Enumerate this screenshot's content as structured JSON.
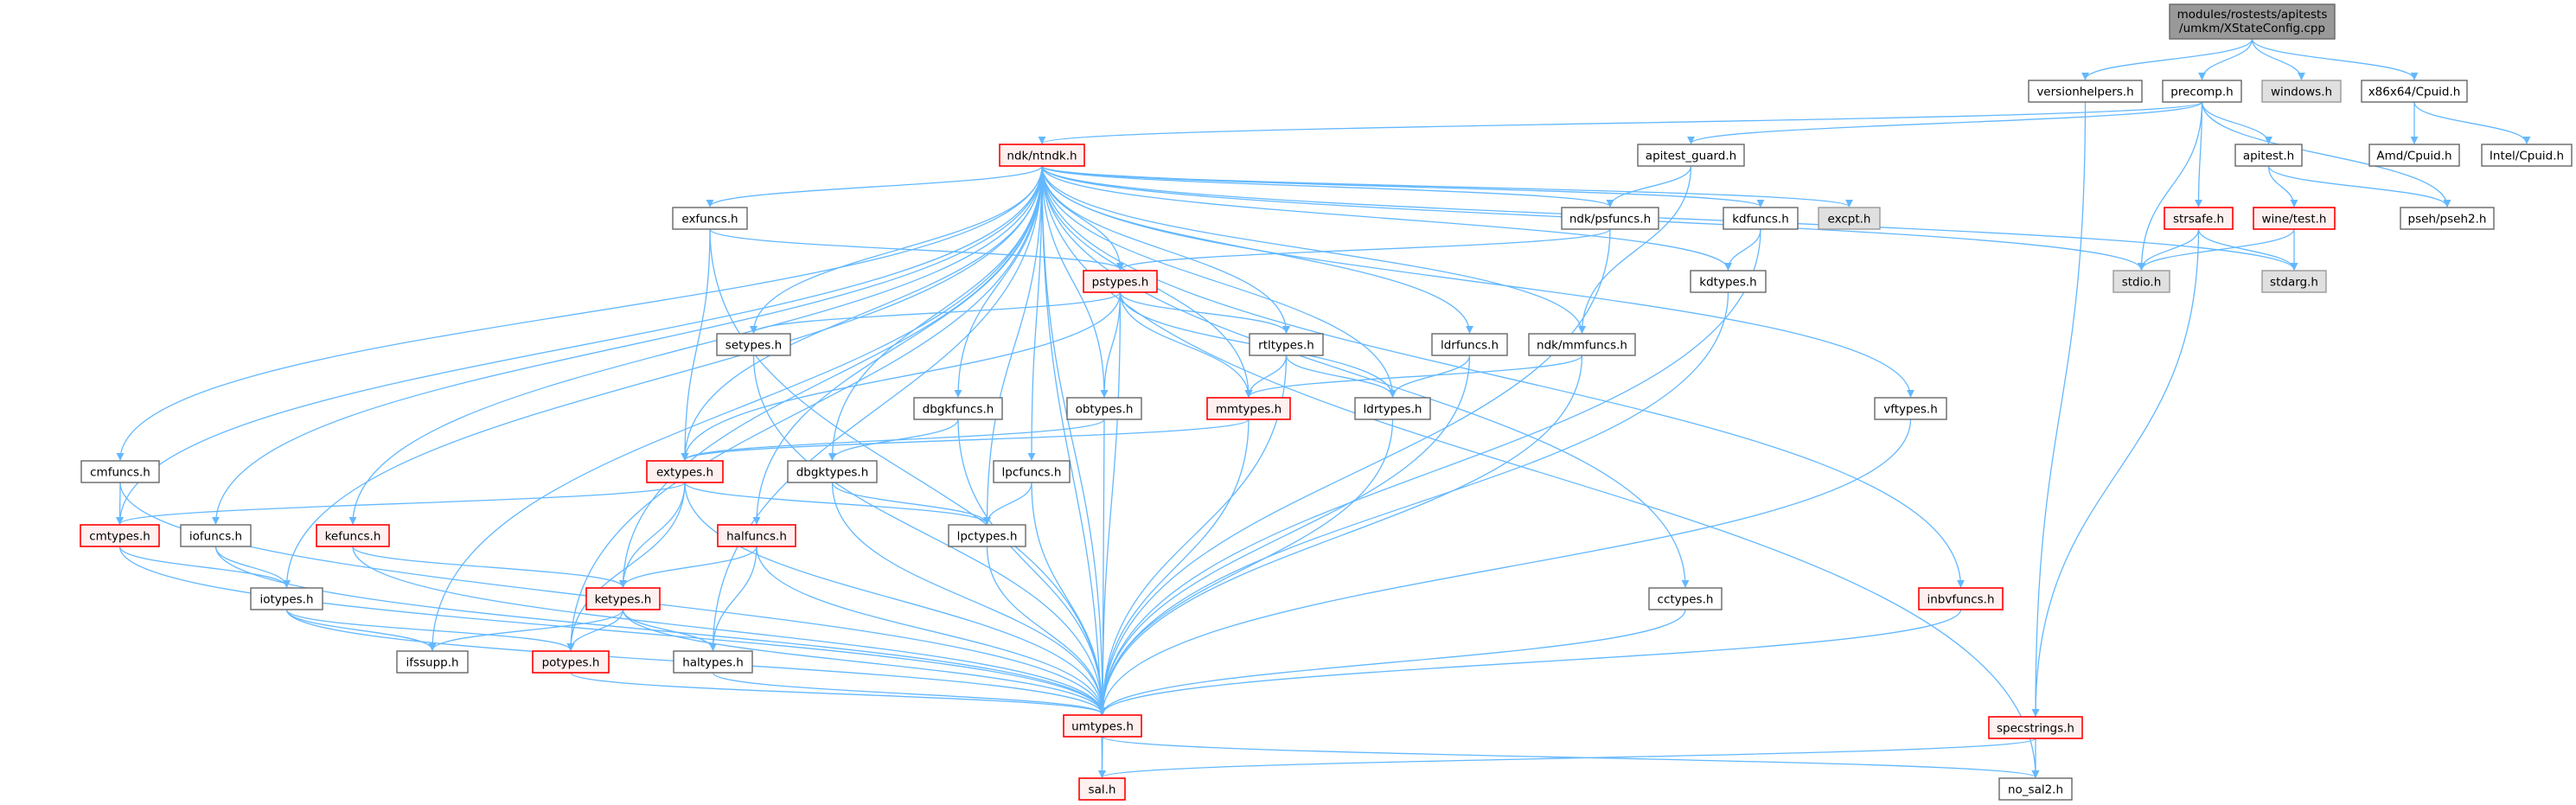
{
  "title": "Include dependency graph for XStateConfig.cpp",
  "colors": {
    "edge": "#63b8ff",
    "normal_fill": "#ffffff",
    "normal_stroke": "#666666",
    "red_fill": "#fff0f0",
    "red_stroke": "#ff0000",
    "gray_fill": "#e0e0e0",
    "gray_stroke": "#999999",
    "root_fill": "#999999",
    "root_stroke": "#666666"
  },
  "nodes": [
    {
      "id": "root",
      "label": [
        "modules/rostests/apitests",
        "/umkm/XStateConfig.cpp"
      ],
      "style": "root"
    },
    {
      "id": "versionhelpers",
      "label": "versionhelpers.h",
      "style": "normal"
    },
    {
      "id": "precomp",
      "label": "precomp.h",
      "style": "normal"
    },
    {
      "id": "windows",
      "label": "windows.h",
      "style": "gray"
    },
    {
      "id": "x86cpuid",
      "label": "x86x64/Cpuid.h",
      "style": "normal"
    },
    {
      "id": "ntndk",
      "label": "ndk/ntndk.h",
      "style": "red"
    },
    {
      "id": "apitest_guard",
      "label": "apitest_guard.h",
      "style": "normal"
    },
    {
      "id": "apitest",
      "label": "apitest.h",
      "style": "normal"
    },
    {
      "id": "amdcpuid",
      "label": "Amd/Cpuid.h",
      "style": "normal"
    },
    {
      "id": "intelcpuid",
      "label": "Intel/Cpuid.h",
      "style": "normal"
    },
    {
      "id": "exfuncs",
      "label": "exfuncs.h",
      "style": "normal"
    },
    {
      "id": "psfuncs",
      "label": "ndk/psfuncs.h",
      "style": "normal"
    },
    {
      "id": "kdfuncs",
      "label": "kdfuncs.h",
      "style": "normal"
    },
    {
      "id": "excpt",
      "label": "excpt.h",
      "style": "gray"
    },
    {
      "id": "strsafe",
      "label": "strsafe.h",
      "style": "red"
    },
    {
      "id": "winetest",
      "label": "wine/test.h",
      "style": "red"
    },
    {
      "id": "pseh2",
      "label": "pseh/pseh2.h",
      "style": "normal"
    },
    {
      "id": "pstypes",
      "label": "pstypes.h",
      "style": "red"
    },
    {
      "id": "kdtypes",
      "label": "kdtypes.h",
      "style": "normal"
    },
    {
      "id": "stdio",
      "label": "stdio.h",
      "style": "gray"
    },
    {
      "id": "stdarg",
      "label": "stdarg.h",
      "style": "gray"
    },
    {
      "id": "setypes",
      "label": "setypes.h",
      "style": "normal"
    },
    {
      "id": "rtltypes",
      "label": "rtltypes.h",
      "style": "normal"
    },
    {
      "id": "ldrfuncs",
      "label": "ldrfuncs.h",
      "style": "normal"
    },
    {
      "id": "mmfuncs",
      "label": "ndk/mmfuncs.h",
      "style": "normal"
    },
    {
      "id": "dbgkfuncs",
      "label": "dbgkfuncs.h",
      "style": "normal"
    },
    {
      "id": "obtypes",
      "label": "obtypes.h",
      "style": "normal"
    },
    {
      "id": "mmtypes",
      "label": "mmtypes.h",
      "style": "red"
    },
    {
      "id": "ldrtypes",
      "label": "ldrtypes.h",
      "style": "normal"
    },
    {
      "id": "vftypes",
      "label": "vftypes.h",
      "style": "normal"
    },
    {
      "id": "cmfuncs",
      "label": "cmfuncs.h",
      "style": "normal"
    },
    {
      "id": "extypes",
      "label": "extypes.h",
      "style": "red"
    },
    {
      "id": "dbgktypes",
      "label": "dbgktypes.h",
      "style": "normal"
    },
    {
      "id": "lpcfuncs",
      "label": "lpcfuncs.h",
      "style": "normal"
    },
    {
      "id": "cmtypes",
      "label": "cmtypes.h",
      "style": "red"
    },
    {
      "id": "iofuncs",
      "label": "iofuncs.h",
      "style": "normal"
    },
    {
      "id": "kefuncs",
      "label": "kefuncs.h",
      "style": "red"
    },
    {
      "id": "halfuncs",
      "label": "halfuncs.h",
      "style": "red"
    },
    {
      "id": "lpctypes",
      "label": "lpctypes.h",
      "style": "normal"
    },
    {
      "id": "iotypes",
      "label": "iotypes.h",
      "style": "normal"
    },
    {
      "id": "ketypes",
      "label": "ketypes.h",
      "style": "red"
    },
    {
      "id": "cctypes",
      "label": "cctypes.h",
      "style": "normal"
    },
    {
      "id": "inbvfuncs",
      "label": "inbvfuncs.h",
      "style": "red"
    },
    {
      "id": "ifssupp",
      "label": "ifssupp.h",
      "style": "normal"
    },
    {
      "id": "potypes",
      "label": "potypes.h",
      "style": "red"
    },
    {
      "id": "haltypes",
      "label": "haltypes.h",
      "style": "normal"
    },
    {
      "id": "umtypes",
      "label": "umtypes.h",
      "style": "red"
    },
    {
      "id": "specstrings",
      "label": "specstrings.h",
      "style": "red"
    },
    {
      "id": "sal",
      "label": "sal.h",
      "style": "red"
    },
    {
      "id": "nosal2",
      "label": "no_sal2.h",
      "style": "normal"
    }
  ],
  "edges": [
    [
      "root",
      "versionhelpers"
    ],
    [
      "root",
      "precomp"
    ],
    [
      "root",
      "windows"
    ],
    [
      "root",
      "x86cpuid"
    ],
    [
      "versionhelpers",
      "specstrings"
    ],
    [
      "precomp",
      "ntndk"
    ],
    [
      "precomp",
      "apitest_guard"
    ],
    [
      "precomp",
      "apitest"
    ],
    [
      "precomp",
      "strsafe"
    ],
    [
      "precomp",
      "stdio"
    ],
    [
      "precomp",
      "pseh2"
    ],
    [
      "x86cpuid",
      "amdcpuid"
    ],
    [
      "x86cpuid",
      "intelcpuid"
    ],
    [
      "apitest",
      "winetest"
    ],
    [
      "apitest",
      "pseh2"
    ],
    [
      "apitest_guard",
      "psfuncs"
    ],
    [
      "apitest_guard",
      "mmfuncs"
    ],
    [
      "strsafe",
      "stdio"
    ],
    [
      "strsafe",
      "stdarg"
    ],
    [
      "strsafe",
      "specstrings"
    ],
    [
      "winetest",
      "stdio"
    ],
    [
      "winetest",
      "stdarg"
    ],
    [
      "kdfuncs",
      "kdtypes"
    ],
    [
      "kdfuncs",
      "umtypes"
    ],
    [
      "kdtypes",
      "umtypes"
    ],
    [
      "psfuncs",
      "pstypes"
    ],
    [
      "psfuncs",
      "umtypes"
    ],
    [
      "exfuncs",
      "pstypes"
    ],
    [
      "exfuncs",
      "extypes"
    ],
    [
      "exfuncs",
      "umtypes"
    ],
    [
      "ntndk",
      "cmfuncs"
    ],
    [
      "ntndk",
      "cmtypes"
    ],
    [
      "ntndk",
      "iofuncs"
    ],
    [
      "ntndk",
      "iotypes"
    ],
    [
      "ntndk",
      "kefuncs"
    ],
    [
      "ntndk",
      "ketypes"
    ],
    [
      "ntndk",
      "potypes"
    ],
    [
      "ntndk",
      "ifssupp"
    ],
    [
      "ntndk",
      "haltypes"
    ],
    [
      "ntndk",
      "halfuncs"
    ],
    [
      "ntndk",
      "extypes"
    ],
    [
      "ntndk",
      "exfuncs"
    ],
    [
      "ntndk",
      "setypes"
    ],
    [
      "ntndk",
      "dbgkfuncs"
    ],
    [
      "ntndk",
      "dbgktypes"
    ],
    [
      "ntndk",
      "lpcfuncs"
    ],
    [
      "ntndk",
      "lpctypes"
    ],
    [
      "ntndk",
      "obtypes"
    ],
    [
      "ntndk",
      "pstypes"
    ],
    [
      "ntndk",
      "mmtypes"
    ],
    [
      "ntndk",
      "rtltypes"
    ],
    [
      "ntndk",
      "ldrtypes"
    ],
    [
      "ntndk",
      "ldrfuncs"
    ],
    [
      "ntndk",
      "mmfuncs"
    ],
    [
      "ntndk",
      "psfuncs"
    ],
    [
      "ntndk",
      "kdfuncs"
    ],
    [
      "ntndk",
      "kdtypes"
    ],
    [
      "ntndk",
      "excpt"
    ],
    [
      "ntndk",
      "stdio"
    ],
    [
      "ntndk",
      "stdarg"
    ],
    [
      "ntndk",
      "vftypes"
    ],
    [
      "ntndk",
      "inbvfuncs"
    ],
    [
      "ntndk",
      "cctypes"
    ],
    [
      "ntndk",
      "umtypes"
    ],
    [
      "ntndk",
      "sal"
    ],
    [
      "ntndk",
      "nosal2"
    ],
    [
      "pstypes",
      "setypes"
    ],
    [
      "pstypes",
      "extypes"
    ],
    [
      "pstypes",
      "obtypes"
    ],
    [
      "pstypes",
      "mmtypes"
    ],
    [
      "pstypes",
      "rtltypes"
    ],
    [
      "pstypes",
      "ldrtypes"
    ],
    [
      "pstypes",
      "umtypes"
    ],
    [
      "rtltypes",
      "mmtypes"
    ],
    [
      "rtltypes",
      "ldrtypes"
    ],
    [
      "rtltypes",
      "umtypes"
    ],
    [
      "ldrfuncs",
      "ldrtypes"
    ],
    [
      "ldrfuncs",
      "umtypes"
    ],
    [
      "mmfuncs",
      "mmtypes"
    ],
    [
      "mmfuncs",
      "umtypes"
    ],
    [
      "mmtypes",
      "extypes"
    ],
    [
      "mmtypes",
      "umtypes"
    ],
    [
      "ldrtypes",
      "umtypes"
    ],
    [
      "obtypes",
      "extypes"
    ],
    [
      "obtypes",
      "umtypes"
    ],
    [
      "dbgkfuncs",
      "dbgktypes"
    ],
    [
      "dbgkfuncs",
      "umtypes"
    ],
    [
      "setypes",
      "umtypes"
    ],
    [
      "vftypes",
      "umtypes"
    ],
    [
      "extypes",
      "cmtypes"
    ],
    [
      "extypes",
      "ketypes"
    ],
    [
      "extypes",
      "potypes"
    ],
    [
      "extypes",
      "lpctypes"
    ],
    [
      "extypes",
      "umtypes"
    ],
    [
      "dbgktypes",
      "lpctypes"
    ],
    [
      "dbgktypes",
      "umtypes"
    ],
    [
      "lpcfuncs",
      "lpctypes"
    ],
    [
      "lpcfuncs",
      "umtypes"
    ],
    [
      "lpctypes",
      "umtypes"
    ],
    [
      "cmfuncs",
      "cmtypes"
    ],
    [
      "cmfuncs",
      "umtypes"
    ],
    [
      "cmtypes",
      "iotypes"
    ],
    [
      "cmtypes",
      "umtypes"
    ],
    [
      "iofuncs",
      "iotypes"
    ],
    [
      "iofuncs",
      "umtypes"
    ],
    [
      "kefuncs",
      "ketypes"
    ],
    [
      "kefuncs",
      "umtypes"
    ],
    [
      "halfuncs",
      "ketypes"
    ],
    [
      "halfuncs",
      "haltypes"
    ],
    [
      "halfuncs",
      "umtypes"
    ],
    [
      "iotypes",
      "ifssupp"
    ],
    [
      "iotypes",
      "potypes"
    ],
    [
      "iotypes",
      "umtypes"
    ],
    [
      "ketypes",
      "ifssupp"
    ],
    [
      "ketypes",
      "potypes"
    ],
    [
      "ketypes",
      "haltypes"
    ],
    [
      "ketypes",
      "umtypes"
    ],
    [
      "potypes",
      "umtypes"
    ],
    [
      "haltypes",
      "umtypes"
    ],
    [
      "cctypes",
      "umtypes"
    ],
    [
      "inbvfuncs",
      "umtypes"
    ],
    [
      "umtypes",
      "sal"
    ],
    [
      "umtypes",
      "nosal2"
    ],
    [
      "specstrings",
      "sal"
    ],
    [
      "specstrings",
      "nosal2"
    ]
  ]
}
